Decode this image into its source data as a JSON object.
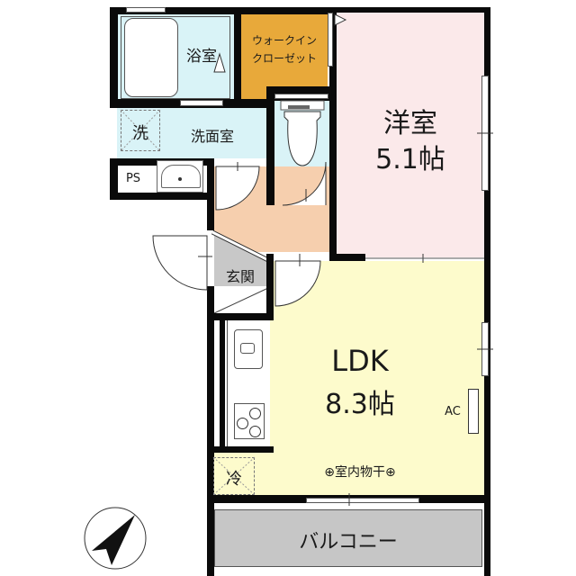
{
  "floorplan": {
    "rooms": {
      "bathroom": {
        "label": "浴室"
      },
      "walk_in_closet": {
        "label_line1": "ウォークイン",
        "label_line2": "クローゼット"
      },
      "washroom": {
        "label": "洗面室"
      },
      "washer_space": {
        "label": "洗"
      },
      "pipe_space": {
        "label": "PS"
      },
      "western_room": {
        "label": "洋室",
        "size": "5.1帖"
      },
      "entrance": {
        "label": "玄関"
      },
      "ldk": {
        "label": "LDK",
        "size": "8.3帖"
      },
      "fridge_space": {
        "label": "冷"
      },
      "balcony": {
        "label": "バルコニー"
      }
    },
    "fixtures": {
      "air_conditioner": {
        "label": "AC"
      },
      "indoor_drying": {
        "label": "室内物干"
      }
    },
    "colors": {
      "wall": "#0a0a0a",
      "bathroom_fill": "#d9f3f7",
      "closet_fill": "#e8a93a",
      "western_fill": "#fbe9ea",
      "hall_fill": "#f6cfae",
      "entrance_fill": "#c8c8c8",
      "ldk_fill": "#fdfbcc",
      "balcony_fill": "#c6c6c6"
    }
  }
}
